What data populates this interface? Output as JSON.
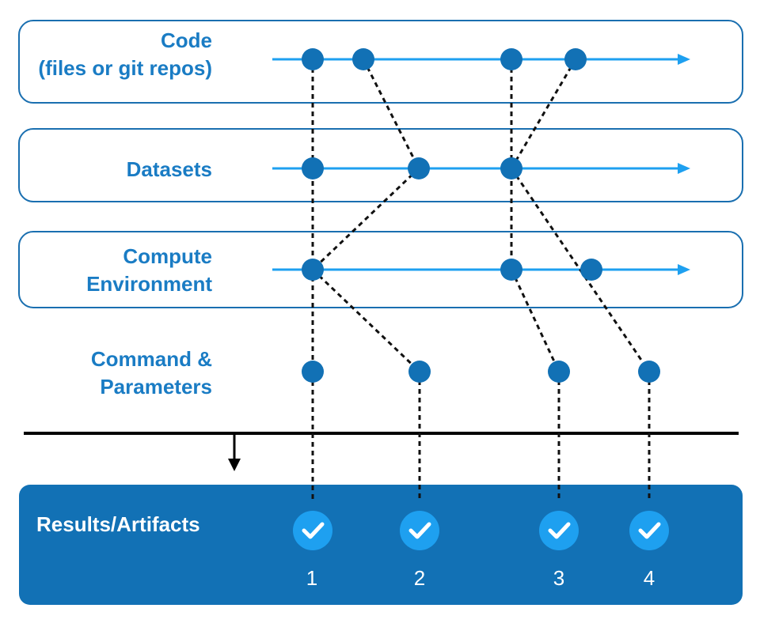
{
  "colors": {
    "accent": "#1ea0f0",
    "node": "#1271b5",
    "lane_border": "#1a6fb0",
    "label_text": "#1a7cc4",
    "results_bg": "#1271b5",
    "check_bg": "#1ea0f0",
    "check_mark": "#ffffff",
    "divider": "#000000"
  },
  "lanes": {
    "code": {
      "line1": "Code",
      "line2": "(files or git repos)"
    },
    "datasets": {
      "line1": "Datasets"
    },
    "compute": {
      "line1": "Compute",
      "line2": "Environment"
    },
    "command": {
      "line1": "Command &",
      "line2": "Parameters"
    }
  },
  "results": {
    "label": "Results/Artifacts",
    "runs": [
      {
        "number": "1",
        "status": "check-icon"
      },
      {
        "number": "2",
        "status": "check-icon"
      },
      {
        "number": "3",
        "status": "check-icon"
      },
      {
        "number": "4",
        "status": "check-icon"
      }
    ]
  },
  "icons": {
    "timeline_arrow": "arrow-right-icon",
    "divider_arrow": "arrow-down-icon",
    "run_check": "check-icon"
  }
}
